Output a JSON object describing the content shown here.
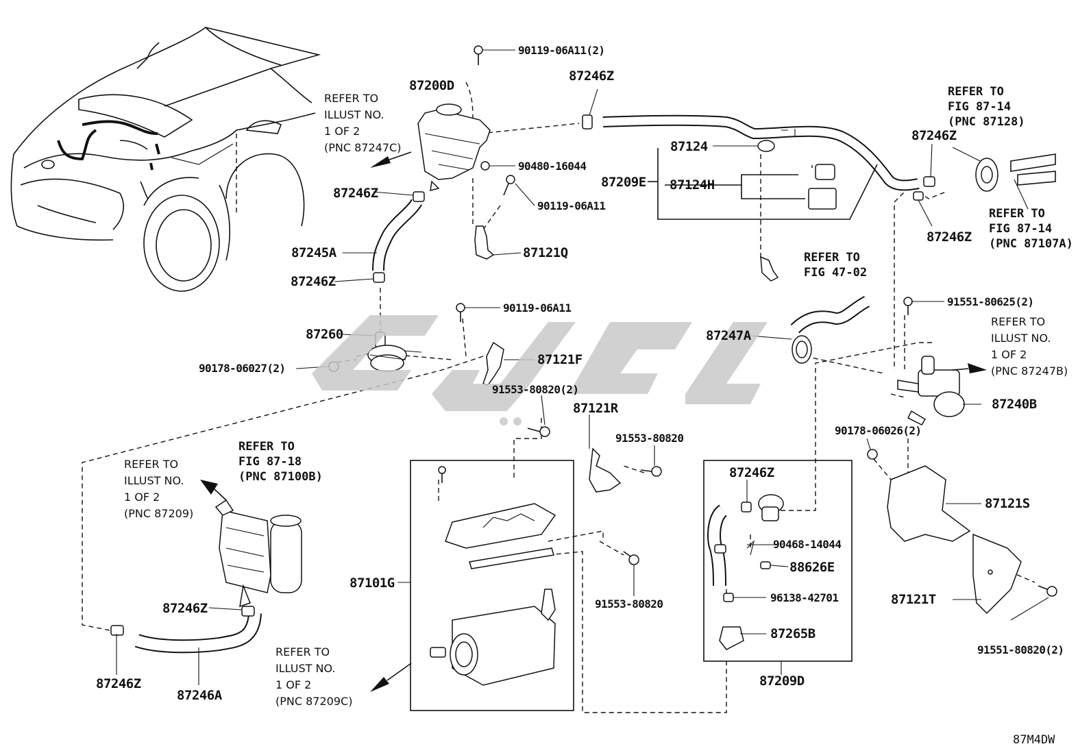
{
  "diagram_code": "87M4DW",
  "callouts": {
    "c_90119_06A11_2": "90119-06A11(2)",
    "c_87200D": "87200D",
    "c_87246Z_top": "87246Z",
    "c_90480_16044": "90480-16044",
    "c_87246Z_tank": "87246Z",
    "c_90119_06A11_b": "90119-06A11",
    "c_87245A": "87245A",
    "c_87121Q": "87121Q",
    "c_87246Z_mid": "87246Z",
    "c_90119_06A11_c": "90119-06A11",
    "c_87260": "87260",
    "c_87121F": "87121F",
    "c_90178_06027_2": "90178-06027(2)",
    "c_91553_80820_2": "91553-80820(2)",
    "c_87121R": "87121R",
    "c_91553_80820_a": "91553-80820",
    "c_91553_80820_b": "91553-80820",
    "c_87101G": "87101G",
    "c_87246Z_lower": "87246Z",
    "c_87246Z_left": "87246Z",
    "c_87246A": "87246A",
    "c_87124": "87124",
    "c_87209E": "87209E",
    "c_87124H": "87124H",
    "c_87246Z_right1": "87246Z",
    "c_87246Z_right2": "87246Z",
    "c_91551_80625_2": "91551-80625(2)",
    "c_87247A": "87247A",
    "c_87240B": "87240B",
    "c_90178_06026_2": "90178-06026(2)",
    "c_87121S": "87121S",
    "c_87121T": "87121T",
    "c_91551_80820_2": "91551-80820(2)",
    "c_87246Z_box": "87246Z",
    "c_90468_14044": "90468-14044",
    "c_88626E": "88626E",
    "c_96138_42701": "96138-42701",
    "c_87265B": "87265B",
    "c_87209D": "87209D"
  },
  "refs": {
    "r1": {
      "l1": "REFER TO",
      "l2": "ILLUST NO.",
      "l3": "1 OF 2",
      "l4": "(PNC 87247C)"
    },
    "r2": {
      "l1": "REFER TO",
      "l2": "FIG 87-14",
      "l3": "(PNC 87128)"
    },
    "r3": {
      "l1": "REFER TO",
      "l2": "FIG 87-14",
      "l3": "(PNC 87107A)"
    },
    "r4": {
      "l1": "REFER TO",
      "l2": "FIG 47-02"
    },
    "r5": {
      "l1": "REFER TO",
      "l2": "ILLUST NO.",
      "l3": "1 OF 2",
      "l4": "(PNC 87247B)"
    },
    "r6": {
      "l1": "REFER TO",
      "l2": "FIG 87-18",
      "l3": "(PNC 87100B)"
    },
    "r7": {
      "l1": "REFER TO",
      "l2": "ILLUST NO.",
      "l3": "1 OF 2",
      "l4": "(PNC 87209)"
    },
    "r8": {
      "l1": "REFER TO",
      "l2": "ILLUST NO.",
      "l3": "1 OF 2",
      "l4": "(PNC 87209C)"
    }
  },
  "icons": {
    "vehicle": "vehicle-front-icon",
    "watermark": "brand-watermark-icon",
    "arrow": "refer-arrow-icon"
  }
}
